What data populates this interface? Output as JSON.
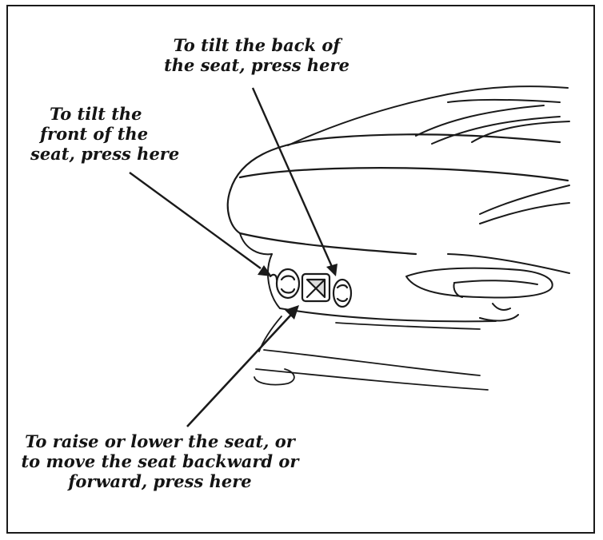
{
  "callouts": {
    "tilt_back": [
      "To tilt the back of",
      "the seat, press here"
    ],
    "tilt_front": [
      "To tilt the",
      "front of the",
      "seat, press here"
    ],
    "raise_lower": [
      "To raise or lower the seat, or",
      "to move the seat backward or",
      "forward, press here"
    ]
  },
  "colors": {
    "ink": "#1a1a1a",
    "background": "#ffffff"
  }
}
